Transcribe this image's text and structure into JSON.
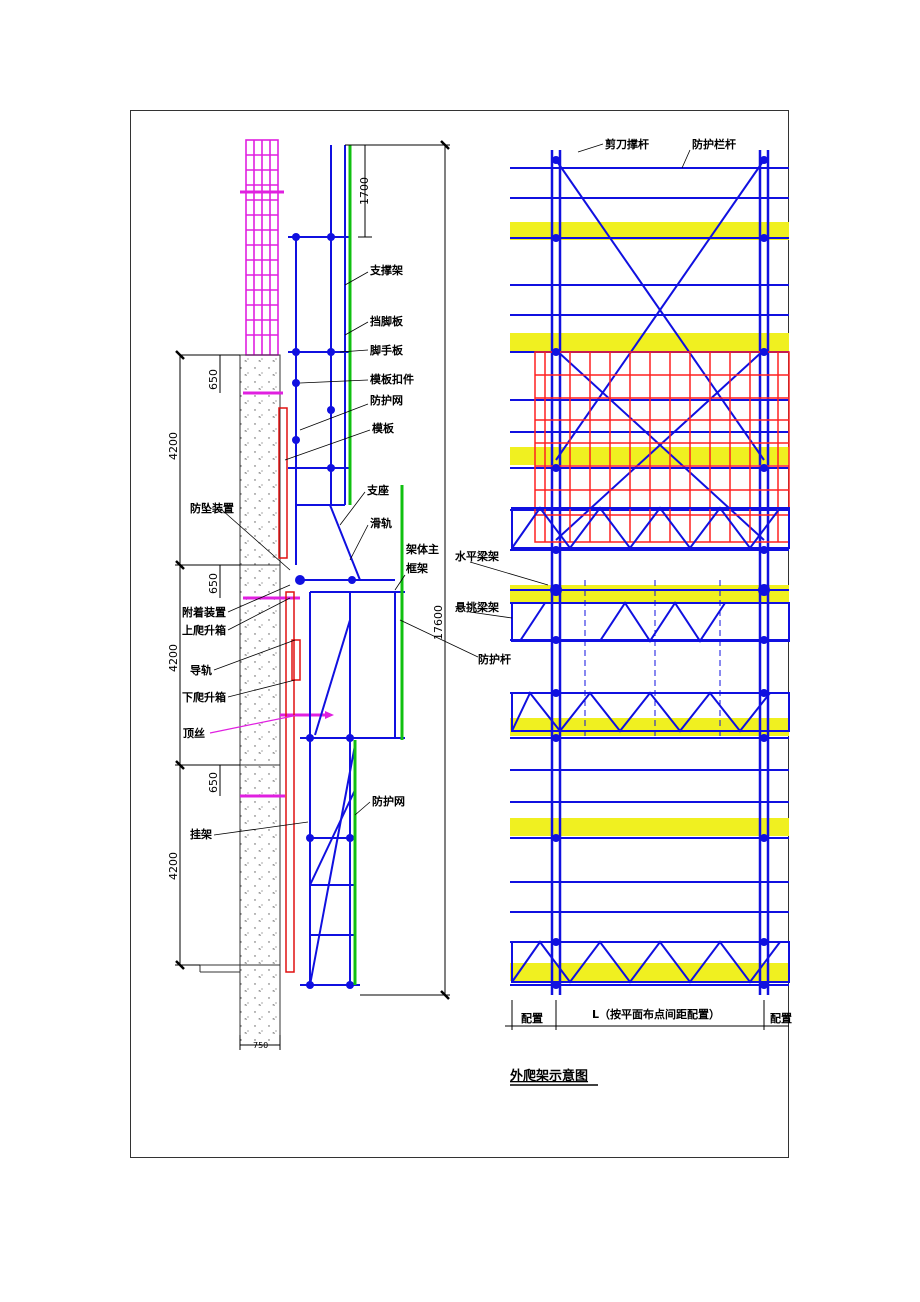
{
  "title": "外爬架示意图",
  "colors": {
    "frame_blue": "#1010e0",
    "rail_red": "#e01010",
    "net_green": "#10c010",
    "rebar_magenta": "#e020e0",
    "plank_yellow": "#f0f020",
    "formwork_red": "#ff2020"
  },
  "dimensions": {
    "d1700": "1700",
    "d17600": "17600",
    "d650a": "650",
    "d650b": "650",
    "d650c": "650",
    "d4200a": "4200",
    "d4200b": "4200",
    "d4200c": "4200",
    "d750": "750"
  },
  "side_labels": {
    "support_frame": "支撑架",
    "toe_board": "挡脚板",
    "scaffold_board": "脚手板",
    "formwork_fastener": "模板扣件",
    "protective_net_top": "防护网",
    "formwork": "模板",
    "bearing": "支座",
    "slide_rail": "滑轨",
    "main_frame_1": "架体主",
    "main_frame_2": "框架",
    "anti_fall": "防坠装置",
    "attach_device": "附着装置",
    "upper_climb_box": "上爬升箱",
    "guide_rail": "导轨",
    "lower_climb_box": "下爬升箱",
    "jack_screw": "顶丝",
    "protective_net_bottom": "防护网",
    "hanging_frame": "挂架"
  },
  "front_labels": {
    "scissor_brace": "剪刀撑杆",
    "guard_rail": "防护栏杆",
    "horizontal_beam": "水平梁架",
    "cantilever_beam": "悬挑梁架",
    "guard_bar": "防护杆",
    "config_left": "配置",
    "span": "L（按平面布点间距配置）",
    "config_right": "配置"
  }
}
